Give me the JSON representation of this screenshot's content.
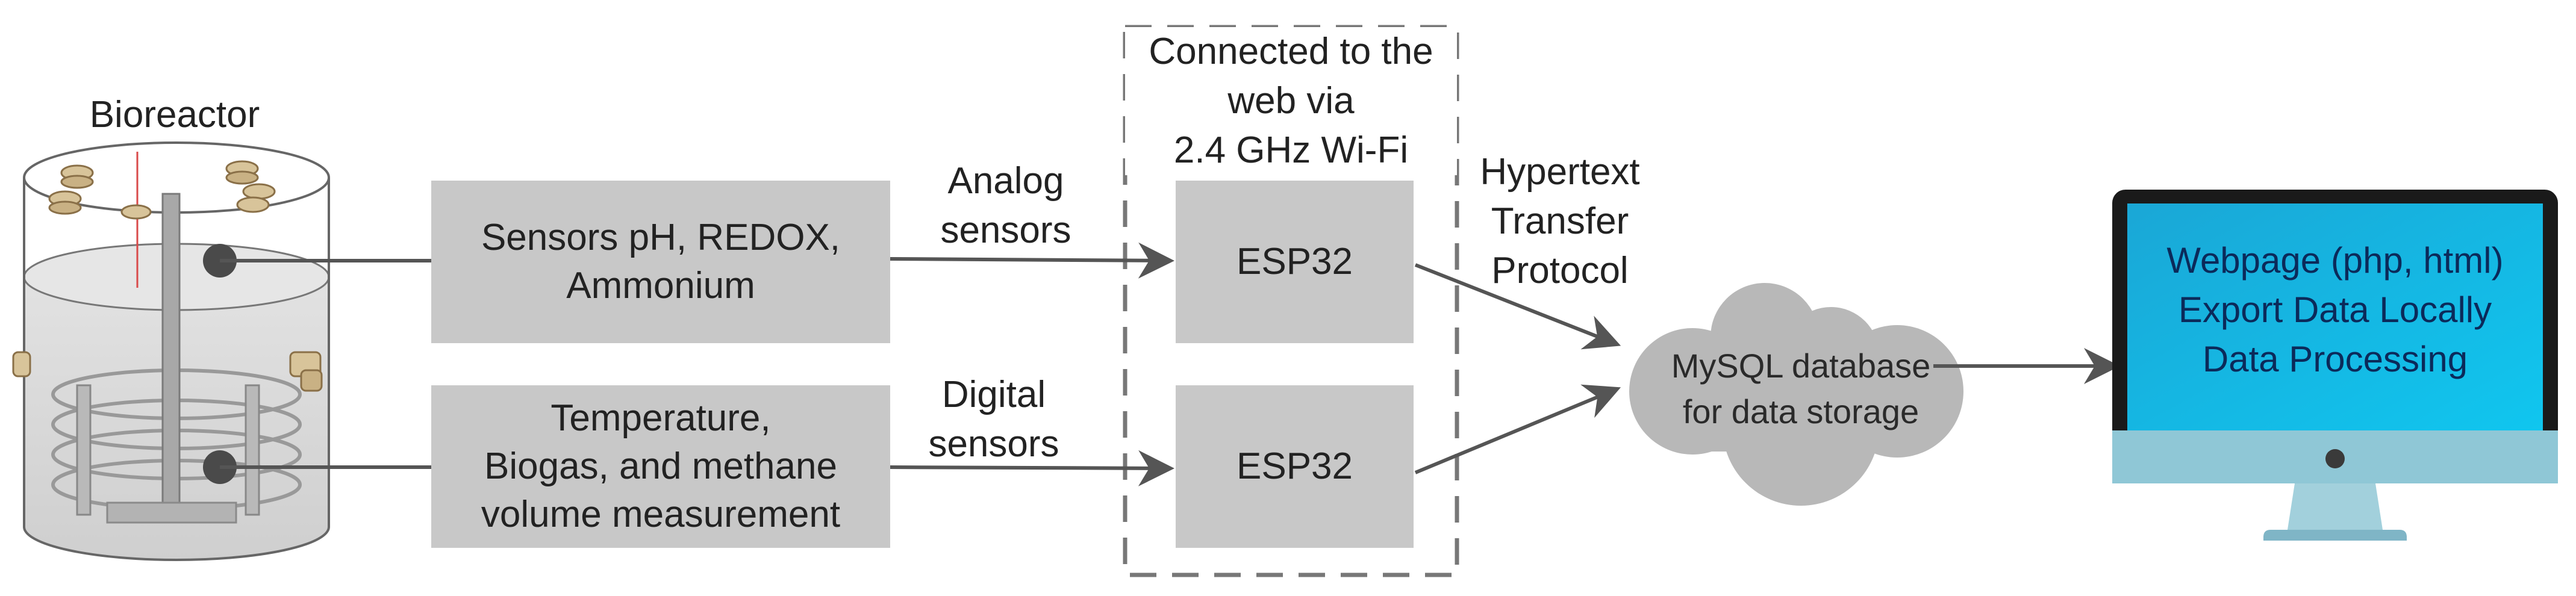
{
  "bioreactor": {
    "label": "Bioreactor"
  },
  "sensor_boxes": {
    "analog": {
      "lines": [
        "Sensors pH, REDOX,",
        "Ammonium"
      ]
    },
    "digital": {
      "lines": [
        "Temperature,",
        "Biogas, and methane",
        "volume measurement"
      ]
    }
  },
  "connection_labels": {
    "analog": [
      "Analog",
      "sensors"
    ],
    "digital": [
      "Digital",
      "sensors"
    ],
    "http": [
      "Hypertext",
      "Transfer",
      "Protocol"
    ]
  },
  "wifi_group": {
    "lines": [
      "Connected to the",
      "web via",
      "2.4 GHz Wi-Fi"
    ]
  },
  "esp_boxes": {
    "top": "ESP32",
    "bottom": "ESP32"
  },
  "database": {
    "lines": [
      "MySQL database",
      "for data storage"
    ]
  },
  "monitor": {
    "lines": [
      "Webpage (php, html)",
      "Export Data Locally",
      "Data Processing"
    ]
  },
  "colors": {
    "box_fill": "#c8c8c8",
    "line": "#555555",
    "cloud": "#b8b8b8",
    "screen_top": "#1aa7d6",
    "screen_bottom": "#10c6ef",
    "monitor_frame": "#1a1a1a",
    "monitor_stand": "#8fc7d6"
  }
}
